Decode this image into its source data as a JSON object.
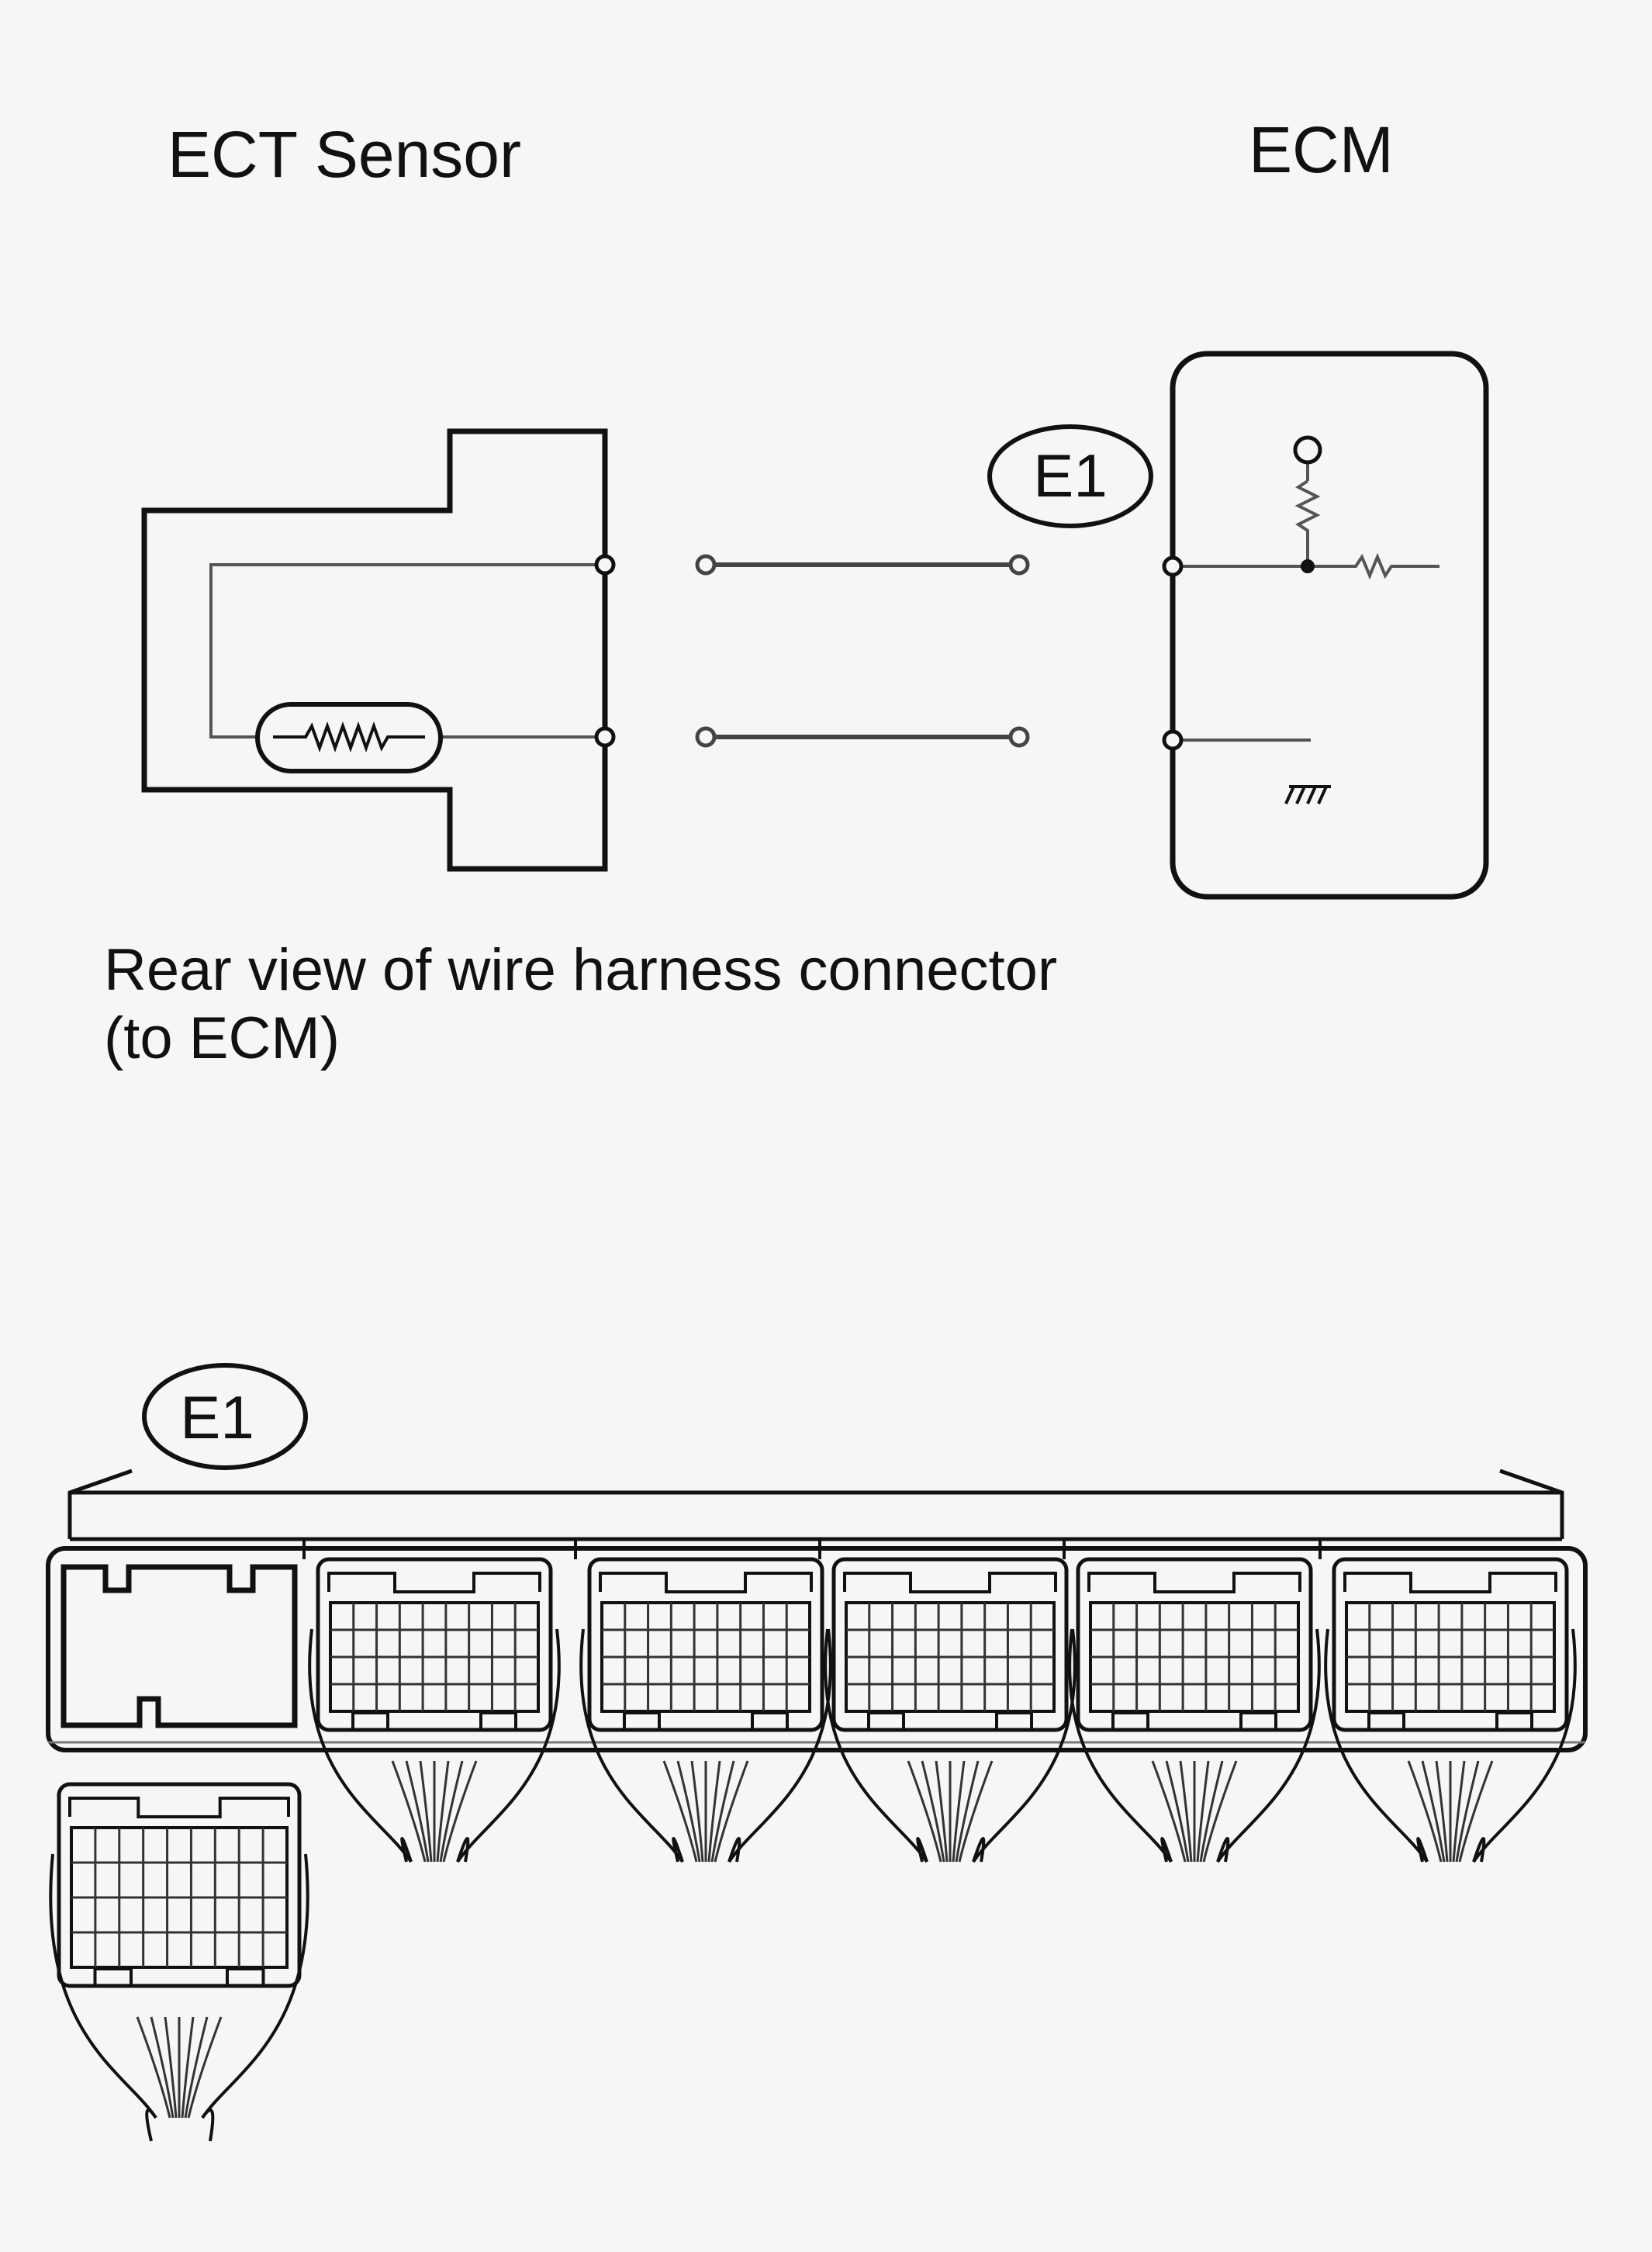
{
  "labels": {
    "ect_sensor": "ECT Sensor",
    "ecm": "ECM",
    "caption_line1": "Rear view of wire harness connector",
    "caption_line2": "(to ECM)",
    "connector_tag_top": "E1",
    "connector_tag_bottom": "E1"
  },
  "colors": {
    "background": "#f6f6f6",
    "stroke": "#111111",
    "wire": "#555555"
  }
}
